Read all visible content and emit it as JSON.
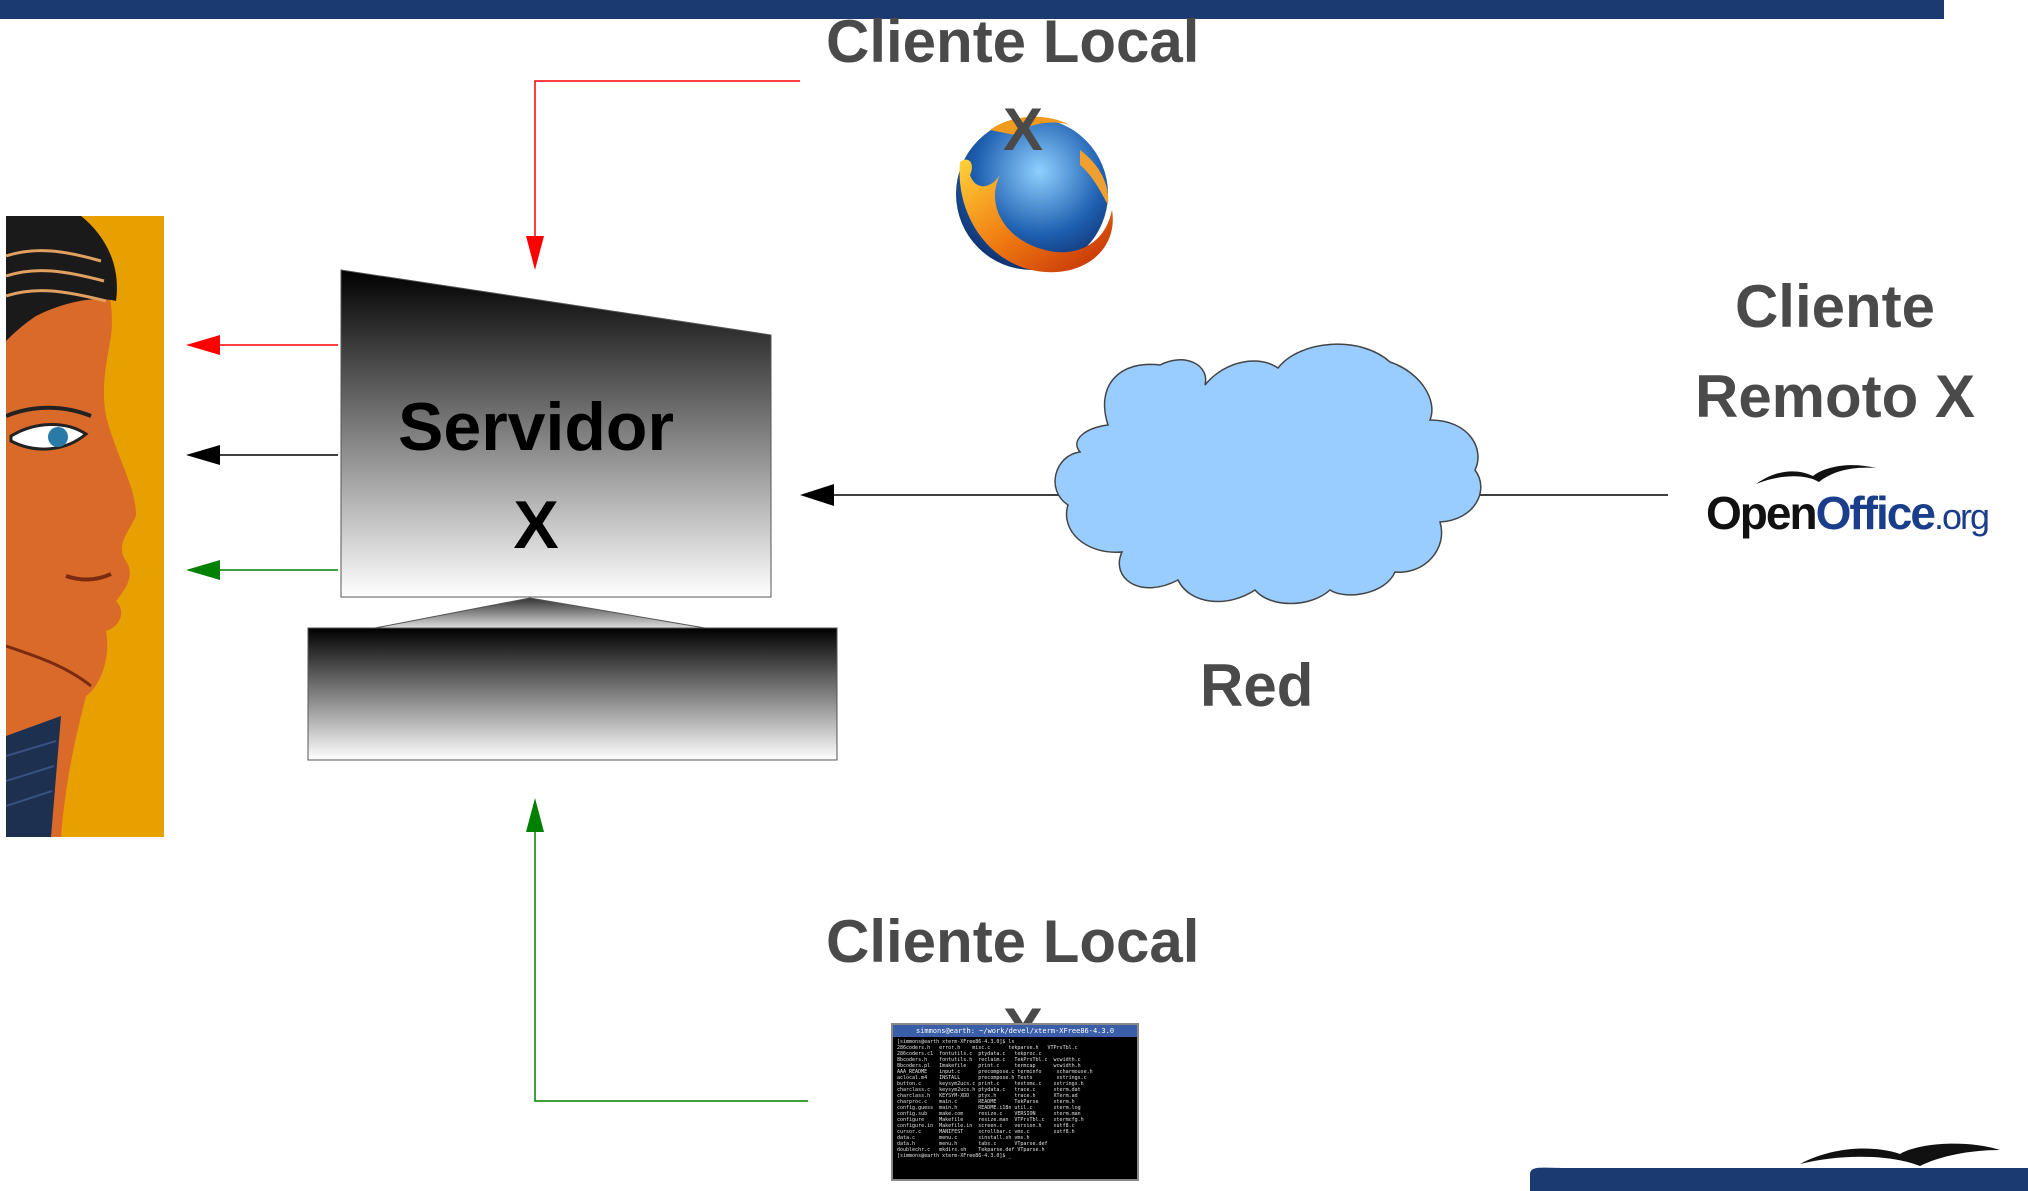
{
  "labels": {
    "local_client_top": "Cliente Local",
    "local_client_top_x": "X",
    "local_client_bottom": "Cliente Local",
    "local_client_bottom_x": "X",
    "server_line1": "Servidor",
    "server_line2": "X",
    "network": "Red",
    "remote_line1": "Cliente",
    "remote_line2": "Remoto X"
  },
  "logos": {
    "openoffice_open": "Open",
    "openoffice_office": "Office",
    "openoffice_org": ".org",
    "firefox_icon": "firefox-icon"
  },
  "terminal": {
    "title": "simmons@earth: ~/work/devel/xterm-XFree86-4.3.0",
    "lines": [
      "[simmons@earth xterm-XFree86-4.3.0]$ ls",
      "286coders.h   error.h    misc.c      tekparse.h   VTPrsTbl.c",
      "286coders.c1  fontutils.c  ptydata.c   tekproc.c",
      "8bcoders.h    fontutils.h  reclaim.c   TekPrsTbl.c  wcwidth.c",
      "8bcoders.pl   Imakefile    print.c     termcap      wcwidth.h",
      "AAA_README    input.c      precompose.c terminfo     xcharmouse.h",
      "aclocal.m4    INSTALL      precompose.h Tests        xstrings.c",
      "button.c      keysym2ucs.c print.c     testxmc.c    xstrings.h",
      "charclass.c   keysym2ucs.h ptydata.c   trace.c      xterm.dat",
      "charclass.h   KEYSYM-XDD   ptyx.h      trace.h      XTerm.ad",
      "charproc.c    main.c       README      TekParse     xterm.h",
      "config.guess  main.h       README.i18n util.c       xterm.log",
      "config.sub    make.com     resize.c    VERSION      xterm.man",
      "configure     Makefile     resize.man  VTPrsTbl.c   xtermcfg.h",
      "configure.in  Makefile.in  screen.c    version.h    xutf8.c",
      "cursor.c      MANIFEST     scrollbar.c vms.c        xutf8.h",
      "data.c        menu.c       sinstall.sh vms.h",
      "data.h        menu.h       tabs.c      VTparse.def",
      "doublechr.c   mkdirs.sh    Tekparse.def VTparse.h",
      "[simmons@earth xterm-XFree86-4.3.0]$ _"
    ]
  },
  "colors": {
    "top_bar": "#1c3a72",
    "arrow_red": "#ff0000",
    "arrow_black": "#000000",
    "arrow_green": "#008000",
    "cloud_fill": "#99ccff",
    "label_gray": "#4a4a4a",
    "face_background": "#e8a000"
  }
}
